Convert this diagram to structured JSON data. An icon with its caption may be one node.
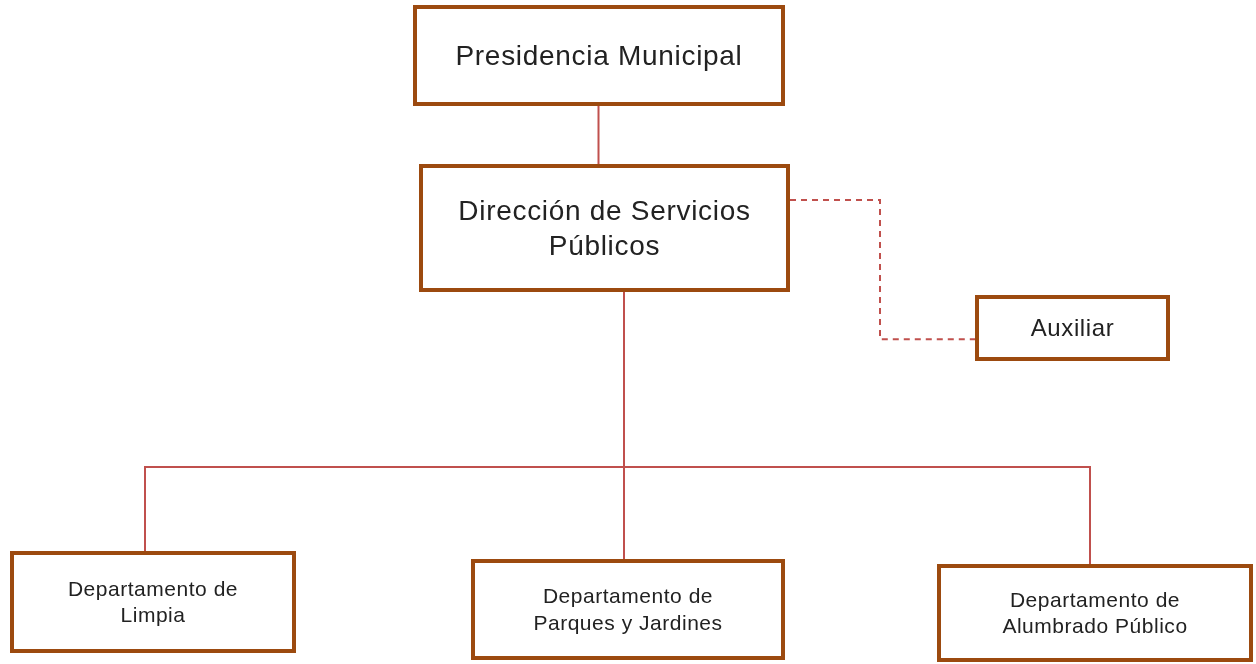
{
  "diagram": {
    "nodes": [
      {
        "text": [
          "Presidencia Municipal"
        ]
      },
      {
        "text": [
          "Dirección de Servicios Públicos"
        ]
      },
      {
        "text": [
          "Auxiliar"
        ]
      },
      {
        "text": [
          "Departamento de Limpia"
        ]
      },
      {
        "text": [
          "Departamento de Parques y Jardines"
        ]
      },
      {
        "text": [
          "Departamento de Alumbrado Público"
        ]
      }
    ],
    "edges": [
      {
        "from": 0,
        "to": 1,
        "arrow": "none"
      },
      {
        "from": 1,
        "to": 2,
        "arrow": "none",
        "style": "dashed"
      },
      {
        "from": 1,
        "to": 3,
        "arrow": "none"
      },
      {
        "from": 1,
        "to": 4,
        "arrow": "none"
      },
      {
        "from": 1,
        "to": 5,
        "arrow": "none"
      }
    ]
  }
}
